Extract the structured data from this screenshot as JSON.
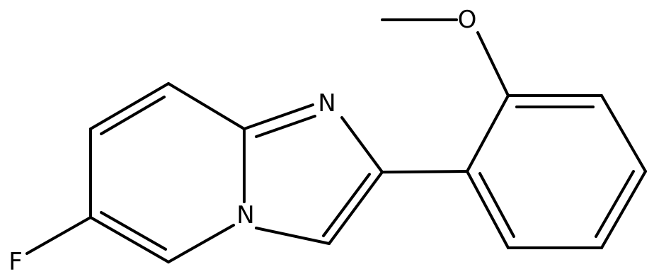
{
  "molecule": {
    "atoms": {
      "N1": "N",
      "N2": "N",
      "O": "O",
      "F": "F"
    },
    "bond_color": "#000000",
    "background": "#ffffff"
  }
}
